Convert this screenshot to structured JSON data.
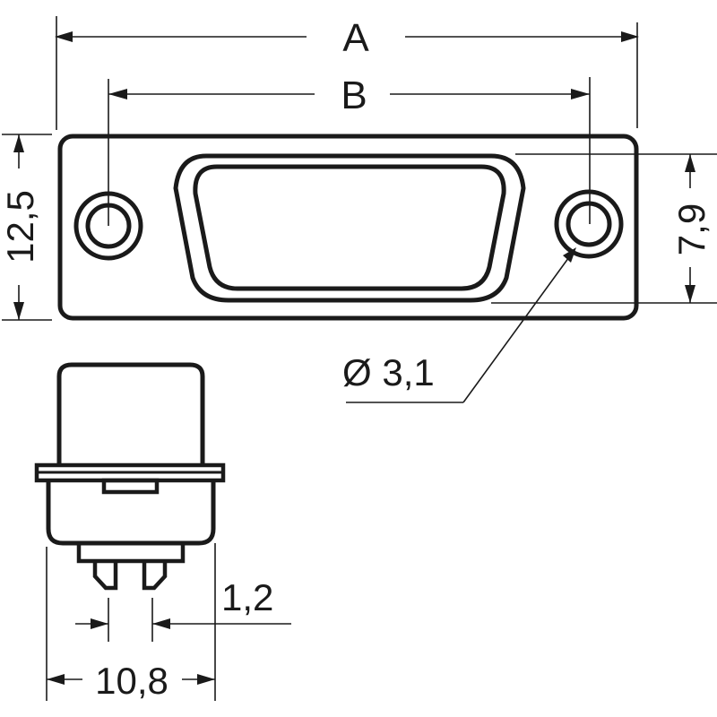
{
  "drawing": {
    "title": "D-Sub connector dimension drawing",
    "colors": {
      "line": "#1a1a1a",
      "background": "#ffffff"
    },
    "front_view": {
      "labels": {
        "overall_width": "A",
        "hole_spacing": "B",
        "flange_height": "12,5",
        "shell_height": "7,9",
        "hole_diameter": "Ø 3,1"
      }
    },
    "side_view": {
      "labels": {
        "pin_width": "1,2",
        "body_depth": "10,8"
      }
    }
  }
}
